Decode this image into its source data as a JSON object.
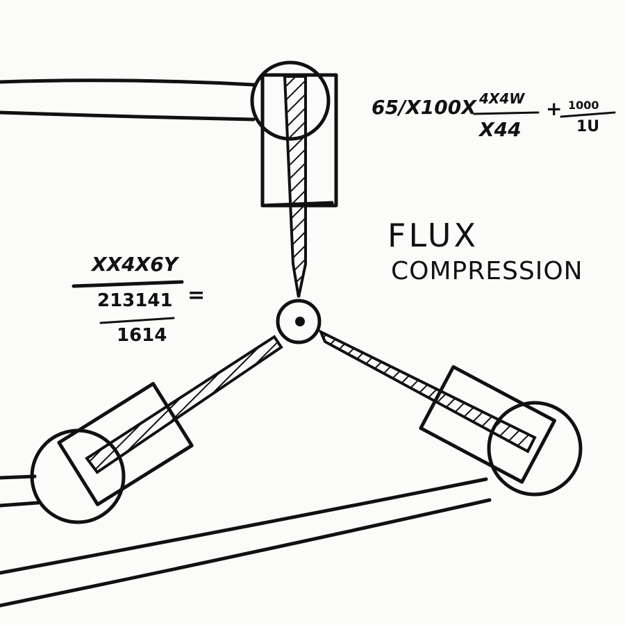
{
  "title": {
    "line1": "FLUX",
    "line2": "COMPRESSION"
  },
  "equation_top": {
    "lhs": "65/X100X",
    "numerator": "4X4W",
    "denominator": "X44",
    "plus": "+",
    "num2": "1000",
    "den2": "1U"
  },
  "equation_left": {
    "numerator": "XX4X6Y",
    "middle": "213141",
    "equals": "=",
    "bottom": "1614"
  },
  "ink_color": "#111111"
}
